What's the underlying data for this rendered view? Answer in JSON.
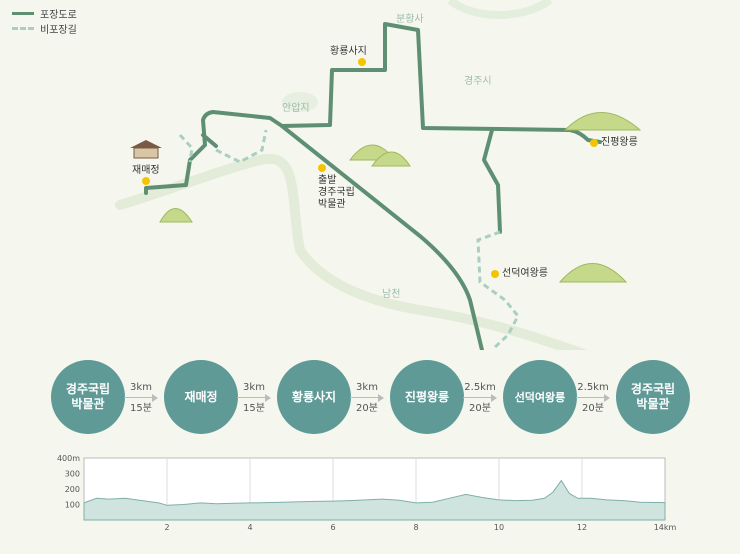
{
  "legend": {
    "paved": "포장도로",
    "unpaved": "비포장길"
  },
  "map_labels": {
    "bunhwangsa": "분황사",
    "hwangnyongsaji": "황룡사지",
    "gyeongjusi": "경주시",
    "anapji": "안압지",
    "jaemaejeong": "재매정",
    "start_line1": "출발",
    "start_line2": "경주국립",
    "start_line3": "박물관",
    "jinpyeong": "진평왕릉",
    "seondeok": "선덕여왕릉",
    "namcheon": "남천"
  },
  "stops": [
    {
      "line1": "경주국립",
      "line2": "박물관"
    },
    {
      "line1": "재매정",
      "line2": ""
    },
    {
      "line1": "황룡사지",
      "line2": ""
    },
    {
      "line1": "진평왕릉",
      "line2": ""
    },
    {
      "line1": "선덕여왕릉",
      "line2": ""
    },
    {
      "line1": "경주국립",
      "line2": "박물관"
    }
  ],
  "segments": [
    {
      "distance": "3km",
      "time": "15분"
    },
    {
      "distance": "3km",
      "time": "15분"
    },
    {
      "distance": "3km",
      "time": "20분"
    },
    {
      "distance": "2.5km",
      "time": "20분"
    },
    {
      "distance": "2.5km",
      "time": "20분"
    }
  ],
  "elevation": {
    "y_ticks": [
      "400m",
      "300",
      "200",
      "100"
    ],
    "x_ticks": [
      "2",
      "4",
      "6",
      "8",
      "10",
      "12",
      "14km"
    ],
    "x_range_km": [
      0,
      14
    ],
    "y_range_m": [
      0,
      400
    ],
    "profile_km": [
      0,
      0.3,
      0.6,
      1.0,
      1.4,
      1.8,
      2.0,
      2.4,
      2.8,
      3.2,
      3.6,
      4.0,
      4.4,
      4.8,
      5.2,
      5.6,
      6.0,
      6.4,
      6.8,
      7.2,
      7.6,
      8.0,
      8.4,
      8.8,
      9.2,
      9.6,
      10.0,
      10.4,
      10.8,
      11.1,
      11.3,
      11.5,
      11.7,
      11.9,
      12.2,
      12.6,
      13.0,
      13.4,
      14.0
    ],
    "profile_m": [
      110,
      140,
      135,
      140,
      125,
      110,
      95,
      100,
      110,
      105,
      108,
      110,
      112,
      115,
      118,
      120,
      122,
      125,
      130,
      135,
      128,
      110,
      115,
      140,
      165,
      145,
      130,
      125,
      128,
      140,
      180,
      255,
      170,
      140,
      140,
      130,
      125,
      115,
      112
    ],
    "colors": {
      "fill": "#cfe3df",
      "stroke": "#7fb0a8",
      "stop": "#5f9a97",
      "paved": "#5e8f72",
      "unpaved": "#a9cfc1"
    }
  }
}
